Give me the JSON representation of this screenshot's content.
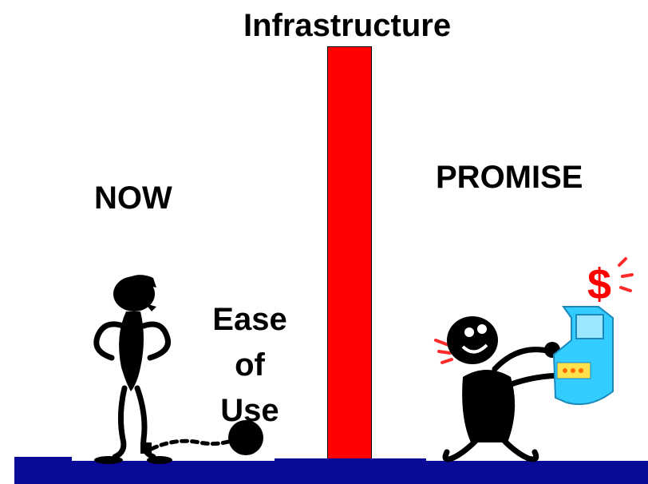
{
  "title": "Infrastructure",
  "left_label": "NOW",
  "right_label": "PROMISE",
  "obstacle_label": [
    "Ease",
    "of",
    "Use"
  ],
  "colors": {
    "pillar": "#ff0000",
    "ground": "#0a0a99",
    "machine": "#33ccff",
    "dollar": "#ff0000"
  },
  "icons": {
    "dollar_sign": "$"
  }
}
